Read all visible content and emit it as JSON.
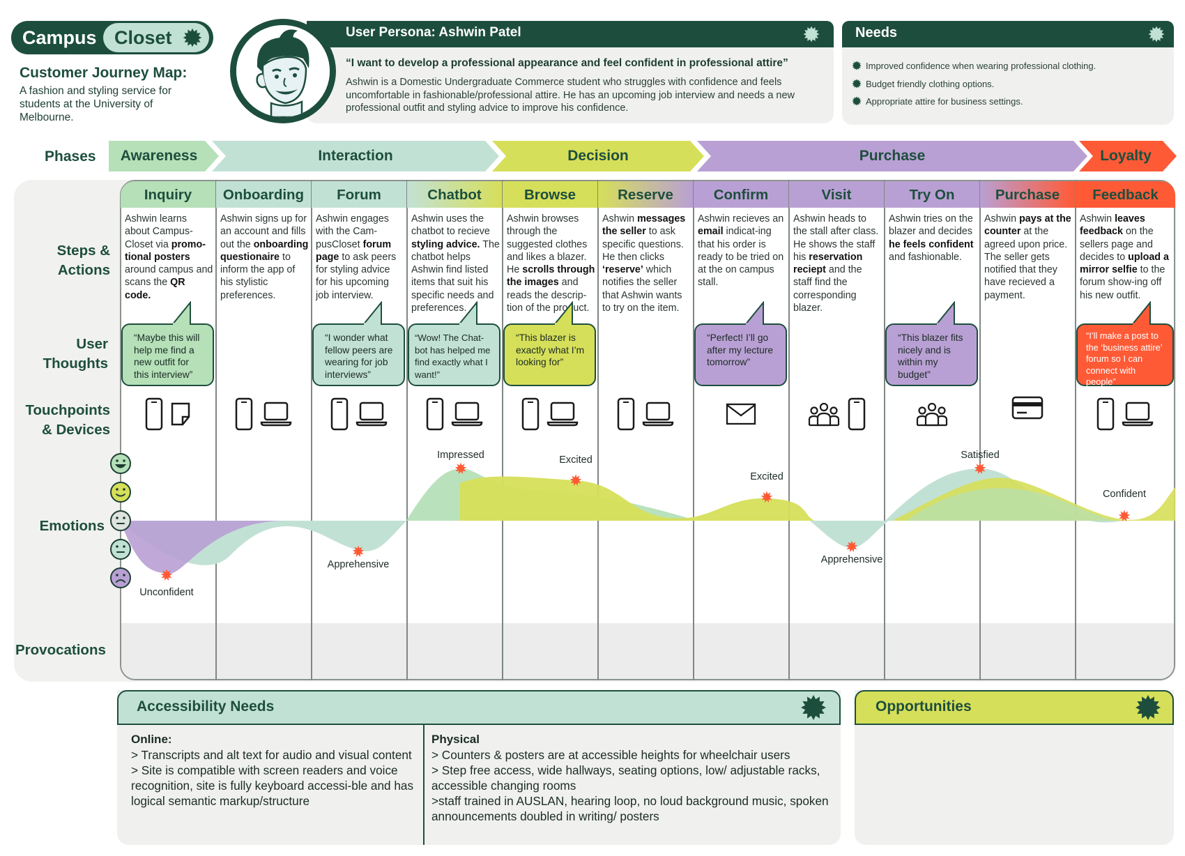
{
  "brand": {
    "word1": "Campus",
    "word2": "Closet"
  },
  "title": "Customer Journey Map:",
  "description": "A fashion and styling service for students at the University of Melbourne.",
  "persona": {
    "heading": "User Persona: Ashwin Patel",
    "quote": "“I want to develop a professional appearance and feel confident in professional attire”",
    "description": "Ashwin is a Domestic Undergraduate Commerce student who struggles with confidence and feels uncomfortable in fashionable/professional attire. He has an upcoming job interview and needs a new professional outfit and styling advice to improve his confidence."
  },
  "needs": {
    "heading": "Needs",
    "items": [
      "Improved confidence when wearing professional clothing.",
      "Budget friendly clothing options.",
      "Appropriate attire for business settings."
    ]
  },
  "row_labels": {
    "phases": "Phases",
    "steps": "Steps & Actions",
    "thoughts": "User Thoughts",
    "touchpoints": "Touchpoints & Devices",
    "emotions": "Emotions",
    "provocations": "Provocations"
  },
  "phases": [
    "Awareness",
    "Interaction",
    "Decision",
    "Purchase",
    "Loyalty"
  ],
  "colors": {
    "dark_green": "#1d4e3d",
    "mint": "#c2e1d5",
    "light_green": "#b5e0b8",
    "lime": "#d6df59",
    "lavender": "#b9a0d4",
    "orange": "#ff5a36",
    "star": "#ff5a36"
  },
  "steps": [
    {
      "name": "Inquiry",
      "html": "Ashwin learns about Campus-Closet via <b>promo-tional posters</b> around campus and scans the <b>QR code.</b>"
    },
    {
      "name": "Onboarding",
      "html": "Ashwin signs up for an account and fills out the <b>onboarding questionaire</b> to inform the app of his stylistic preferences."
    },
    {
      "name": "Forum",
      "html": "Ashwin engages with the Cam-pusCloset <b>forum page</b> to ask peers for styling advice for his upcoming job interview."
    },
    {
      "name": "Chatbot",
      "html": "Ashwin uses the chatbot to recieve <b>styling advice.</b> The chatbot helps Ashwin find listed items that suit his specific needs and preferences."
    },
    {
      "name": "Browse",
      "html": "Ashwin browses through the suggested clothes and likes a blazer. He <b>scrolls through the images</b> and reads the descrip-tion of the product."
    },
    {
      "name": "Reserve",
      "html": "Ashwin <b>messages the seller</b> to ask specific questions. He then clicks <b>‘reserve’</b> which notifies the seller that Ashwin wants to try on the item."
    },
    {
      "name": "Confirm",
      "html": "Ashwin recieves an <b>email</b> indicat-ing that his order is ready to be tried on at the on campus stall."
    },
    {
      "name": "Visit",
      "html": "Ashwin heads to the stall after class. He shows the staff his <b>reservation reciept</b> and the staff find the corresponding blazer."
    },
    {
      "name": "Try On",
      "html": "Ashwin tries on the blazer and decides <b>he feels confident</b> and fashionable."
    },
    {
      "name": "Purchase",
      "html": "Ashwin <b>pays at the counter</b> at the agreed upon price. The seller gets notified that they have recieved a payment."
    },
    {
      "name": "Feedback",
      "html": "Ashwin <b>leaves feedback</b> on the sellers page and decides to <b>upload a mirror selfie</b> to the forum show-ing off his new outfit."
    }
  ],
  "thoughts": [
    {
      "col": 0,
      "text": "“Maybe this will help me find a new outfit for this interview”"
    },
    {
      "col": 2,
      "text": "“I wonder what fellow peers are wearing for job interviews”"
    },
    {
      "col": 3,
      "text": "“Wow! The Chat-bot has helped me find exactly what I want!”"
    },
    {
      "col": 4,
      "text": "“This blazer is exactly what I’m looking for”"
    },
    {
      "col": 6,
      "text": "“Perfect! I’ll go after my lecture tomorrow”"
    },
    {
      "col": 8,
      "text": "“This blazer fits nicely and is within my budget”"
    },
    {
      "col": 10,
      "text": "“I’ll make a post to the ‘business attire’ forum so I can connect with people”"
    }
  ],
  "touchpoints": [
    [
      "phone-icon",
      "tablet-icon"
    ],
    [
      "phone-icon",
      "laptop-icon"
    ],
    [
      "phone-icon",
      "laptop-icon"
    ],
    [
      "phone-icon",
      "laptop-icon"
    ],
    [
      "phone-icon",
      "laptop-icon"
    ],
    [
      "phone-icon",
      "laptop-icon"
    ],
    [
      "email-icon"
    ],
    [
      "people-icon",
      "phone-icon"
    ],
    [
      "people-icon"
    ],
    [
      "card-icon"
    ],
    [
      "phone-icon",
      "laptop-icon"
    ]
  ],
  "emotion_scale": [
    "very happy",
    "happy",
    "neutral",
    "uneasy",
    "sad"
  ],
  "emotions": [
    {
      "label": "Unconfident",
      "level": -2.3
    },
    {
      "label": "Apprehensive",
      "level": -1.3
    },
    {
      "label": "Impressed",
      "level": 2.2
    },
    {
      "label": "Excited",
      "level": 1.7
    },
    {
      "label": "Excited",
      "level": 1.0
    },
    {
      "label": "Apprehensive",
      "level": -1.1
    },
    {
      "label": "Satisfied",
      "level": 2.2
    },
    {
      "label": "Confident",
      "level": 0.2
    }
  ],
  "accessibility": {
    "heading": "Accessibility Needs",
    "online_heading": "Online:",
    "online": [
      "> Transcripts and alt text for audio and visual content",
      "> Site is compatible with screen readers and voice recognition, site is fully keyboard accessi-ble and has logical semantic markup/structure"
    ],
    "physical_heading": "Physical",
    "physical": [
      "> Counters & posters are at accessible heights for wheelchair users",
      "> Step free access, wide hallways, seating options, low/ adjustable racks, accessible changing rooms",
      ">staff trained in AUSLAN, hearing loop, no loud background music, spoken announcements doubled in writing/ posters"
    ]
  },
  "opportunities": {
    "heading": "Opportunities"
  }
}
